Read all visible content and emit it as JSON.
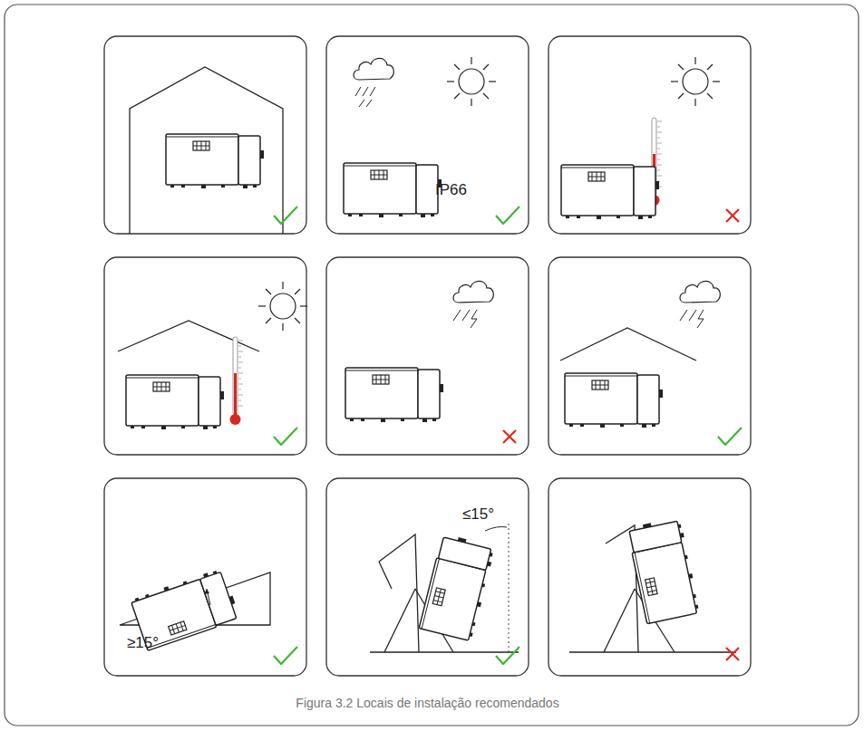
{
  "diagram": {
    "caption": "Figura 3.2 Locais de instalação recomendados",
    "labels": [
      "IP66",
      "≥15°",
      "≤15°"
    ]
  }
}
